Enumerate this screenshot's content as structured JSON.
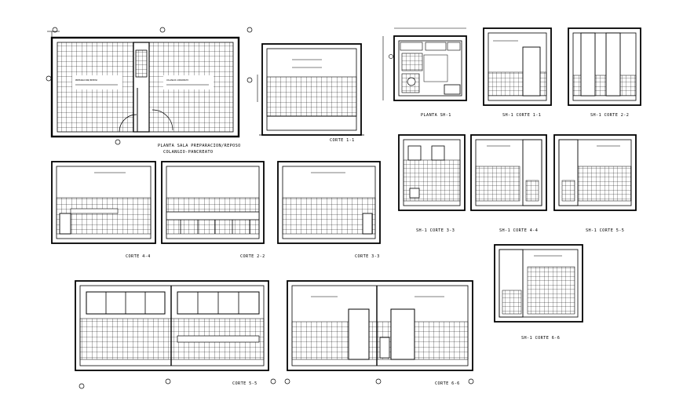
{
  "colors": {
    "ink": "#000000",
    "paper": "#ffffff"
  },
  "plan": {
    "title_line1": "PLANTA SALA PREPARACION/REPOSO",
    "title_line2": "COLANGIO-PANCREATO",
    "room_left": "PREPARACION/REPOSO",
    "room_right": "COLANGIO-PANCREATO"
  },
  "labels": {
    "corte_1_1": "CORTE 1-1",
    "planta_sh1": "PLANTA SH-1",
    "sh1_corte_1_1": "SH-1 CORTE 1-1",
    "sh1_corte_2_2": "SH-1 CORTE 2-2",
    "corte_4_4": "CORTE 4-4",
    "corte_2_2": "CORTE 2-2",
    "corte_3_3": "CORTE 3-3",
    "sh1_corte_3_3": "SH-1 CORTE 3-3",
    "sh1_corte_4_4": "SH-1 CORTE 4-4",
    "sh1_corte_5_5": "SH-1 CORTE 5-5",
    "sh1_corte_6_6": "SH-1 CORTE 6-6",
    "corte_5_5": "CORTE 5-5",
    "corte_6_6": "CORTE 6-6"
  }
}
